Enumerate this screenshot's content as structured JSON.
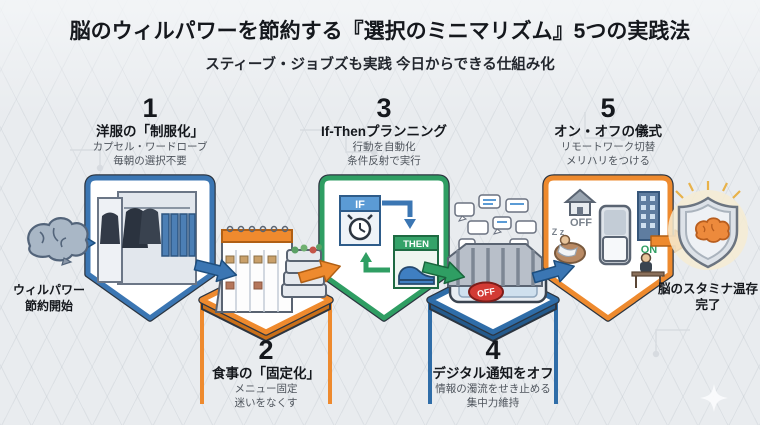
{
  "header": {
    "title": "脳のウィルパワーを節約する『選択のミニマリズム』5つの実践法",
    "subtitle": "スティーブ・ジョブズも実践 今日からできる仕組み化"
  },
  "start": {
    "line1": "ウィルパワー",
    "line2": "節約開始"
  },
  "goal": {
    "line1": "脳のスタミナ温存",
    "line2": "完了"
  },
  "steps": [
    {
      "number": "1",
      "title": "洋服の「制服化」",
      "desc1": "カプセル・ワードローブ",
      "desc2": "毎朝の選択不要",
      "accent": "#3b76b3"
    },
    {
      "number": "2",
      "title": "食事の「固定化」",
      "desc1": "メニュー固定",
      "desc2": "迷いをなくす",
      "accent": "#ee8a2e"
    },
    {
      "number": "3",
      "title": "If-Thenプランニング",
      "desc1": "行動を自動化",
      "desc2": "条件反射で実行",
      "accent": "#2f9e63"
    },
    {
      "number": "4",
      "title": "デジタル通知をオフ",
      "desc1": "情報の濁流をせき止める",
      "desc2": "集中力維持",
      "accent": "#2f6da8"
    },
    {
      "number": "5",
      "title": "オン・オフの儀式",
      "desc1": "リモートワーク切替",
      "desc2": "メリハリをつける",
      "accent": "#ee8a2e"
    }
  ],
  "labels": {
    "if": "IF",
    "then": "THEN",
    "off_button": "OFF",
    "toggle_off": "OFF",
    "toggle_on": "ON",
    "sleep": "Z z"
  },
  "colors": {
    "blue": "#3b76b3",
    "dark_blue": "#2f6da8",
    "orange": "#ee8a2e",
    "green": "#2f9e63",
    "off_button_red": "#d23b35",
    "background": "#e9ecef",
    "card_background": "#ffffff",
    "text_dark": "#15181d",
    "text_gray": "#4e545c"
  }
}
